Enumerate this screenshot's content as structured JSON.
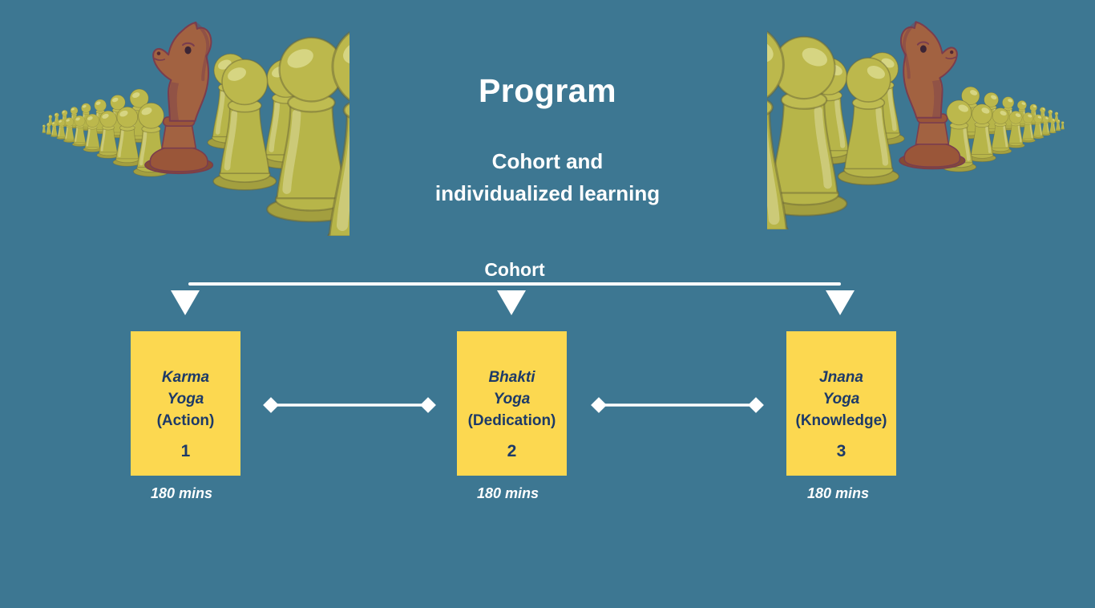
{
  "slide": {
    "title": "Program",
    "subtitle": {
      "line1": "Cohort and",
      "line2": "individualized learning"
    },
    "cohort": {
      "label": "Cohort"
    },
    "stages": [
      {
        "name_line1": "Karma",
        "name_line2": "Yoga",
        "descriptor": "(Action)",
        "number": "1",
        "duration": "180 mins"
      },
      {
        "name_line1": "Bhakti",
        "name_line2": "Yoga",
        "descriptor": "(Dedication)",
        "number": "2",
        "duration": "180 mins"
      },
      {
        "name_line1": "Jnana",
        "name_line2": "Yoga",
        "descriptor": "(Knowledge)",
        "number": "3",
        "duration": "180 mins"
      }
    ],
    "icons": {
      "left_illustration": "chess-knight-with-receding-pawns",
      "right_illustration": "chess-knight-with-receding-pawns-mirrored",
      "cohort_pointer": "down-triangle-arrow",
      "connector": "double-diamond-arrow"
    },
    "colors": {
      "background": "#3d7792",
      "stage_box_yellow": "#fcd850",
      "stage_text_navy": "#1d3a68",
      "line_white": "#ffffff",
      "knight_rust": "#a9613c",
      "pawn_yellow": "#bfb945"
    }
  }
}
